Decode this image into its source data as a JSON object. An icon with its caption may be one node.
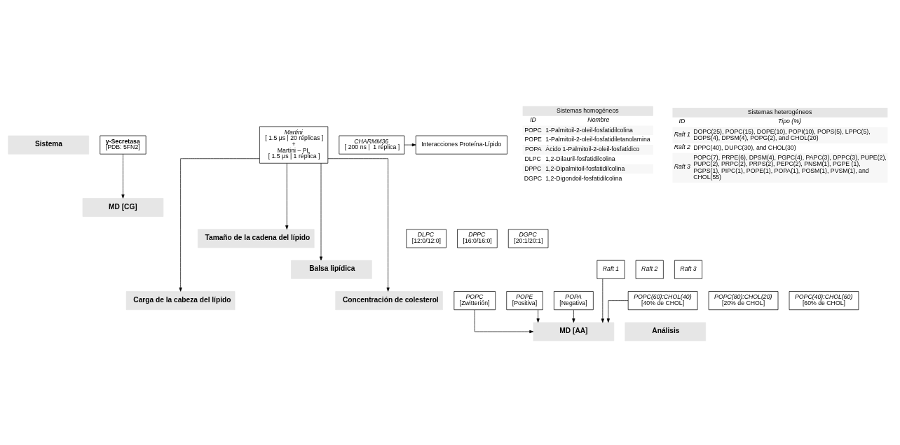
{
  "diagram": {
    "nodes": [
      {
        "text": [
          "Sistema"
        ]
      },
      {
        "text": [
          "γ-Secretasa",
          "[PDB: 5FN2]"
        ]
      },
      {
        "text": [
          "MD [CG]"
        ]
      },
      {
        "text": [
          "Martini",
          "[ 1.5 μs | 20 réplicas ]",
          "+",
          "Martini – PL",
          "[ 1.5 μs | 1 réplica ]"
        ]
      },
      {
        "text": [
          "Carga de la cabeza del lípido"
        ]
      },
      {
        "text": [
          "POPC",
          "[Zwitterión]"
        ]
      },
      {
        "text": [
          "POPE",
          "[Positiva]"
        ]
      },
      {
        "text": [
          "POPA",
          "[Negativa]"
        ]
      },
      {
        "text": [
          "Tamaño de la cadena del lípido"
        ]
      },
      {
        "text": [
          "DLPC",
          "[12:0/12:0]"
        ]
      },
      {
        "text": [
          "DPPC",
          "[16:0/16:0]"
        ]
      },
      {
        "text": [
          "DGPC",
          "[20:1/20:1]"
        ]
      },
      {
        "text": [
          "Balsa lipídica"
        ]
      },
      {
        "text": [
          "Raft 1"
        ]
      },
      {
        "text": [
          "Raft 2"
        ]
      },
      {
        "text": [
          "Raft 3"
        ]
      },
      {
        "text": [
          "Concentración de colesterol"
        ]
      },
      {
        "text": [
          "POPC(80):CHOL(20)",
          "[20% de CHOL]"
        ]
      },
      {
        "text": [
          "POPC(60):CHOL(40)",
          "[40% de CHOL]"
        ]
      },
      {
        "text": [
          "POPC(40):CHOL(60)",
          "[60% de CHOL]"
        ]
      },
      {
        "text": [
          "MD [AA]"
        ]
      },
      {
        "text": [
          "CHARMM36",
          "[ 200 ns |  1 réplica ]"
        ]
      },
      {
        "text": [
          "Análisis"
        ]
      },
      {
        "text": [
          "Interacciones Proteína-Lípido"
        ]
      }
    ],
    "edges": [
      {
        "from": 1,
        "to": 2,
        "arrow": "to"
      },
      {
        "from": 3,
        "to": 4,
        "arrow": "to"
      },
      {
        "from": 3,
        "to": 8,
        "arrow": "to"
      },
      {
        "from": 3,
        "to": 12,
        "arrow": "to"
      },
      {
        "from": 3,
        "to": 16,
        "arrow": "to"
      },
      {
        "from": 5,
        "to": 20,
        "arrow": "to"
      },
      {
        "from": 6,
        "to": 20,
        "arrow": "to"
      },
      {
        "from": 7,
        "to": 20,
        "arrow": "to"
      },
      {
        "from": 13,
        "to": 20,
        "arrow": "to"
      },
      {
        "from": 18,
        "to": 20,
        "arrow": "to"
      },
      {
        "from": 21,
        "to": 23,
        "arrow": "to"
      }
    ],
    "labels": [
      "Sistemas homogéneos",
      "ID",
      "Nombre",
      "POPC",
      "1-Palmitoil-2-oleil-fosfatidilcolina",
      "POPE",
      "1-Palmitoil-2-oleil-fosfatidiletanolamina",
      "POPA",
      "Ácido 1-Palmitoil-2-oleil-fosfatídico",
      "DLPC",
      "1,2-Dilauril-fosfatidilcolina",
      "DPPC",
      "1,2-Dipalmitoil-fosfatidilcolina",
      "DGPC",
      "1,2-Digondoil-fosfatidilcolina",
      "Sistemas heterogéneos",
      "ID",
      "Tipo (%)",
      "Raft 1",
      "DOPC(25), POPC(15), DOPE(10), POPI(10), POPS(5), LPPC(5), DOPS(4), DPSM(4), POPG(2), and CHOL(20)",
      "Raft 2",
      "DPPC(40), DUPC(30), and CHOL(30)",
      "Raft 3",
      "POPC(7), PRPE(6), DPSM(4), PGPC(4), PAPC(3), DPPC(3), PUPE(2), PUPC(2), PRPC(2), PRPS(2), PEPC(2), PNSM(1), PGPE (1), PGPS(1), PIPC(1), POPE(1), POPA(1), POSM(1), PVSM(1), and CHOL(55)"
    ]
  }
}
